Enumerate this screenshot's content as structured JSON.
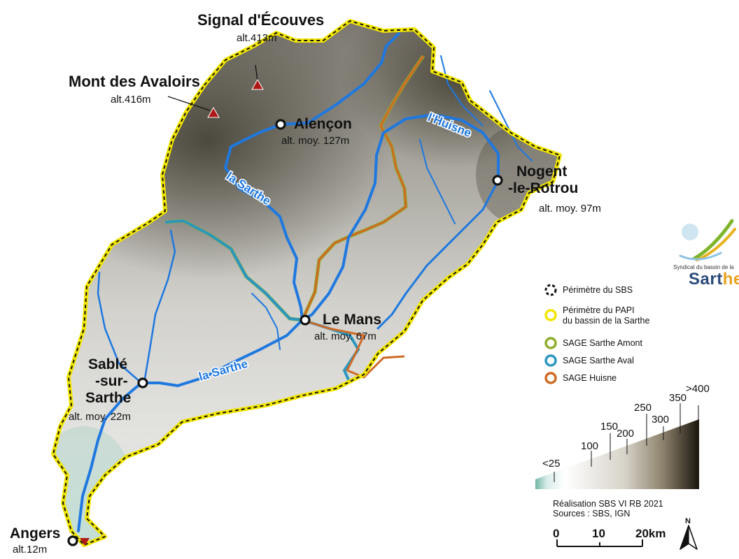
{
  "peaks": [
    {
      "name": "Signal d'Écouves",
      "altitude": "alt.413m"
    },
    {
      "name": "Mont des Avaloirs",
      "altitude": "alt.416m"
    }
  ],
  "cities": [
    {
      "name": "Alençon",
      "altitude": "alt. moy. 127m"
    },
    {
      "name_line1": "Nogent",
      "name_line2": "-le-Rotrou",
      "altitude": "alt. moy. 97m"
    },
    {
      "name": "Le Mans",
      "altitude": "alt. moy. 67m"
    },
    {
      "name_line1": "Sablé",
      "name_line2": "-sur-",
      "name_line3": "Sarthe",
      "altitude": "alt. moy. 22m"
    },
    {
      "name": "Angers",
      "altitude": "alt.12m"
    }
  ],
  "rivers": {
    "sarthe_upper": "la Sarthe",
    "sarthe_lower": "la Sarthe",
    "huisne": "l'Huisne"
  },
  "logo": {
    "subtitle": "Syndicat du bassin de la",
    "word_main": "Sart",
    "word_accent": "he"
  },
  "legend": [
    {
      "label_line1": "Périmètre du SBS",
      "label_line2": "",
      "symbol": "dashed-black",
      "color": "#111111"
    },
    {
      "label_line1": "Périmètre du PAPI",
      "label_line2": "du bassin de la Sarthe",
      "symbol": "ring",
      "color": "#f2e600"
    },
    {
      "label_line1": "SAGE Sarthe Amont",
      "label_line2": "",
      "symbol": "ring",
      "color": "#8fae2a"
    },
    {
      "label_line1": "SAGE Sarthe Aval",
      "label_line2": "",
      "symbol": "ring",
      "color": "#2b97bf"
    },
    {
      "label_line1": "SAGE Huisne",
      "label_line2": "",
      "symbol": "ring",
      "color": "#cf6a24"
    }
  ],
  "elevation_scale": {
    "ticks": [
      "<25",
      "100",
      "150",
      "200",
      "250",
      "300",
      "350",
      ">400"
    ]
  },
  "credits": {
    "line1": "Réalisation SBS VI RB 2021",
    "line2": "Sources : SBS, IGN"
  },
  "scale_bar": {
    "labels": [
      "0",
      "10",
      "20km"
    ]
  },
  "colors": {
    "papi_perimeter": "#f2e600",
    "sage_amont": "#8fae2a",
    "sage_aval": "#2b97bf",
    "sage_huisne": "#cf6a24",
    "river": "#1e78e0",
    "peak_marker": "#b01818"
  }
}
